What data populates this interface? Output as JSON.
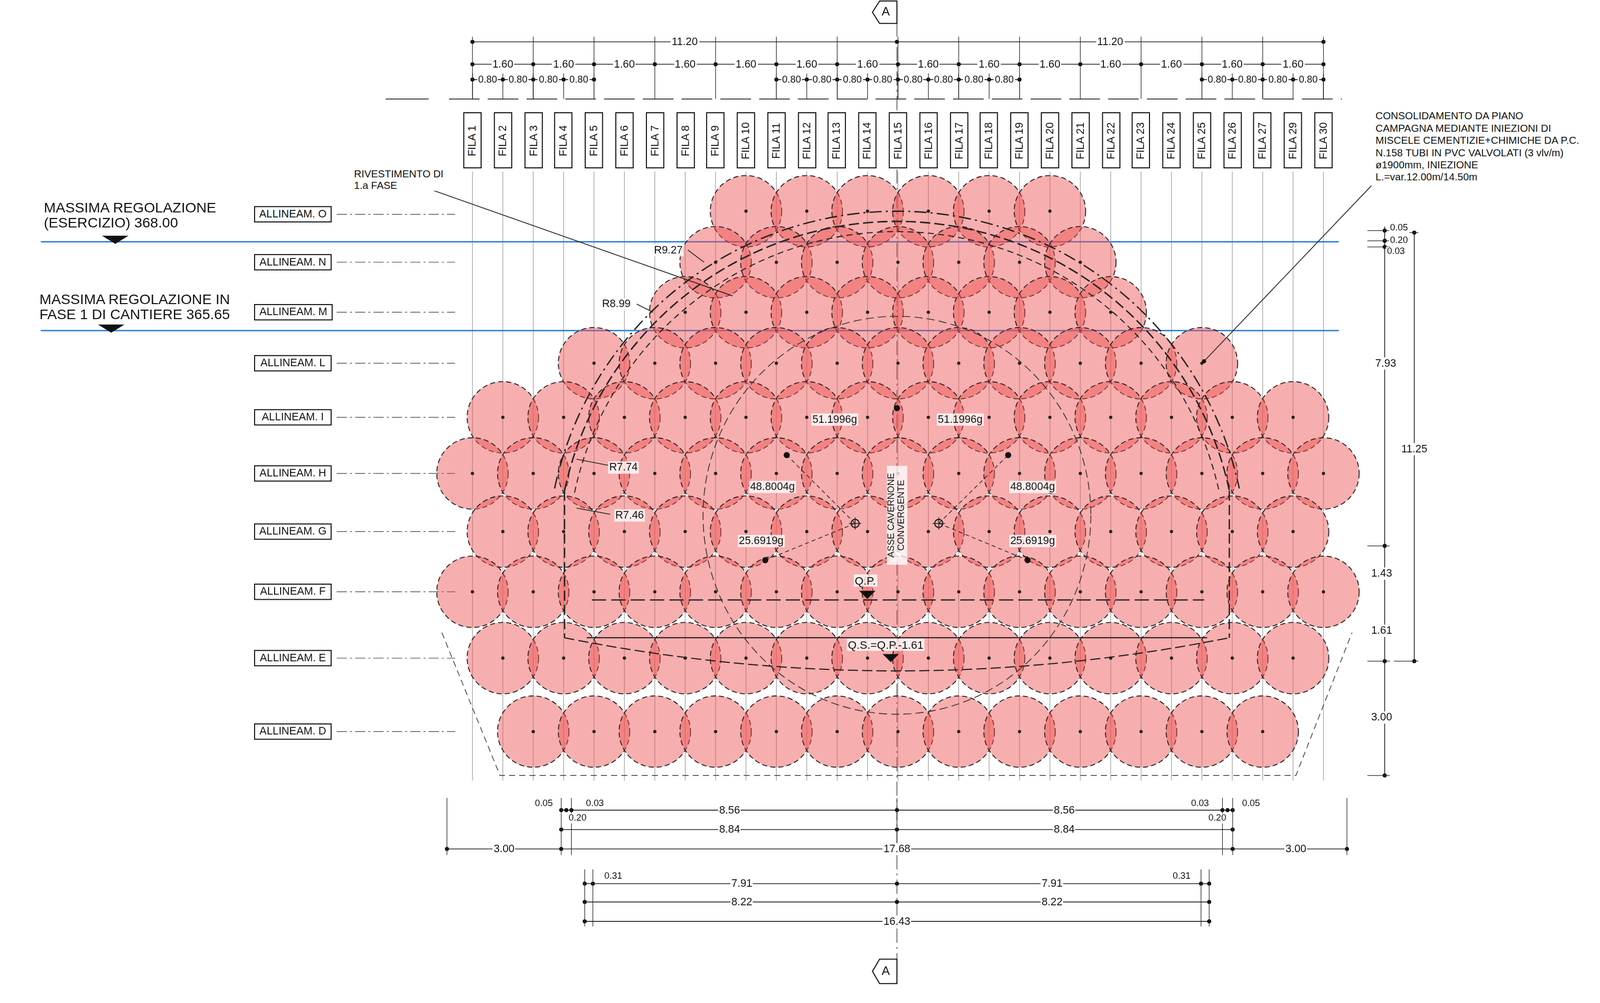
{
  "diagram": {
    "nodes": [
      {
        "text": [
          "FILA 1"
        ]
      },
      {
        "text": [
          "FILA 2"
        ]
      },
      {
        "text": [
          "FILA 3"
        ]
      },
      {
        "text": [
          "FILA 4"
        ]
      },
      {
        "text": [
          "FILA 5"
        ]
      },
      {
        "text": [
          "FILA 6"
        ]
      },
      {
        "text": [
          "FILA 7"
        ]
      },
      {
        "text": [
          "FILA 8"
        ]
      },
      {
        "text": [
          "FILA 9"
        ]
      },
      {
        "text": [
          "FILA 10"
        ]
      },
      {
        "text": [
          "FILA 11"
        ]
      },
      {
        "text": [
          "FILA 12"
        ]
      },
      {
        "text": [
          "FILA 13"
        ]
      },
      {
        "text": [
          "FILA 14"
        ]
      },
      {
        "text": [
          "FILA 15"
        ]
      },
      {
        "text": [
          "FILA 16"
        ]
      },
      {
        "text": [
          "FILA 17"
        ]
      },
      {
        "text": [
          "FILA 18"
        ]
      },
      {
        "text": [
          "FILA 19"
        ]
      },
      {
        "text": [
          "FILA 20"
        ]
      },
      {
        "text": [
          "FILA 21"
        ]
      },
      {
        "text": [
          "FILA 22"
        ]
      },
      {
        "text": [
          "FILA 23"
        ]
      },
      {
        "text": [
          "FILA 24"
        ]
      },
      {
        "text": [
          "FILA 25"
        ]
      },
      {
        "text": [
          "FILA 26"
        ]
      },
      {
        "text": [
          "FILA 27"
        ]
      },
      {
        "text": [
          "FILA 29"
        ]
      },
      {
        "text": [
          "FILA 30"
        ]
      },
      {
        "text": [
          "ALLINEAM. O"
        ]
      },
      {
        "text": [
          "ALLINEAM. N"
        ]
      },
      {
        "text": [
          "ALLINEAM. M"
        ]
      },
      {
        "text": [
          "ALLINEAM. L"
        ]
      },
      {
        "text": [
          "ALLINEAM. I"
        ]
      },
      {
        "text": [
          "ALLINEAM. H"
        ]
      },
      {
        "text": [
          "ALLINEAM. G"
        ]
      },
      {
        "text": [
          "ALLINEAM. F"
        ]
      },
      {
        "text": [
          "ALLINEAM. E"
        ]
      },
      {
        "text": [
          "ALLINEAM. D"
        ]
      }
    ],
    "labels": [
      "A",
      "A",
      "11.20",
      "11.20",
      "1.60",
      "1.60",
      "1.60",
      "1.60",
      "1.60",
      "1.60",
      "1.60",
      "1.60",
      "1.60",
      "1.60",
      "1.60",
      "1.60",
      "1.60",
      "1.60",
      "0.80",
      "0.80",
      "0.80",
      "0.80",
      "0.80",
      "0.80",
      "0.80",
      "0.80",
      "0.80",
      "0.80",
      "0.80",
      "0.80",
      "0.80",
      "0.80",
      "0.80",
      "0.80",
      "RIVESTIMENTO DI 1.a FASE",
      "R9.27",
      "R8.99",
      "R7.74",
      "R7.46",
      "51.1996g",
      "51.1996g",
      "48.8004g",
      "48.8004g",
      "25.6919g",
      "25.6919g",
      "ASSE CAVERNONE CONVERGENTE",
      "Q.P.",
      "Q.S.=Q.P.-1.61",
      "CONSOLIDAMENTO DA PIANO CAMPAGNA MEDIANTE INIEZIONI DI MISCELE CEMENTIZIE+CHIMICHE DA P.C. N.158 TUBI IN PVC VALVOLATI (3 vlv/m) ø1900mm, INIEZIONE L.=var.12.00m/14.50m",
      "MASSIMA REGOLAZIONE (ESERCIZIO) 368.00",
      "MASSIMA REGOLAZIONE IN FASE 1 DI CANTIERE 365.65",
      "0.05",
      "0.20",
      "0.03",
      "7.93",
      "11.25",
      "1.43",
      "1.61",
      "3.00",
      "0.05",
      "0.03",
      "0.20",
      "8.56",
      "8.56",
      "0.03",
      "0.20",
      "0.05",
      "8.84",
      "8.84",
      "3.00",
      "17.68",
      "3.00",
      "0.31",
      "7.91",
      "7.91",
      "0.31",
      "8.22",
      "8.22",
      "16.43"
    ]
  }
}
